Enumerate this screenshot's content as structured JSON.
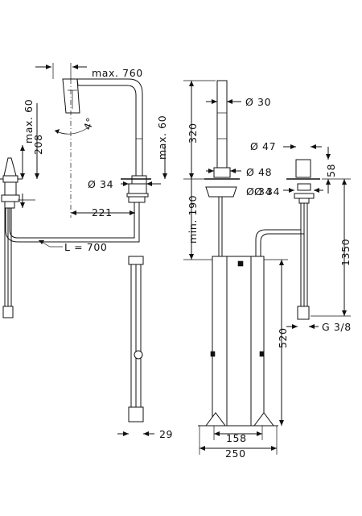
{
  "diagram": {
    "dimensions": {
      "max_reach": "max. 760",
      "spout_diameter": "Ø 30",
      "swivel_angle": "4°",
      "max_60_left": "max. 60",
      "max_60_right": "max. 60",
      "height_208": "208",
      "height_320": "320",
      "base_diameter": "Ø 48",
      "base_diameter_side": "Ø 34",
      "shank_diameter": "Ø 34",
      "spout_projection": "221",
      "min_190": "min. 190",
      "hose_length": "L = 700",
      "lever_diameter": "Ø 47",
      "lever_height": "58",
      "shank_diameter_lever": "Ø 34",
      "height_1350": "1350",
      "height_520": "520",
      "thread": "G 3/8",
      "width_29": "29",
      "width_158": "158",
      "width_250": "250"
    }
  }
}
